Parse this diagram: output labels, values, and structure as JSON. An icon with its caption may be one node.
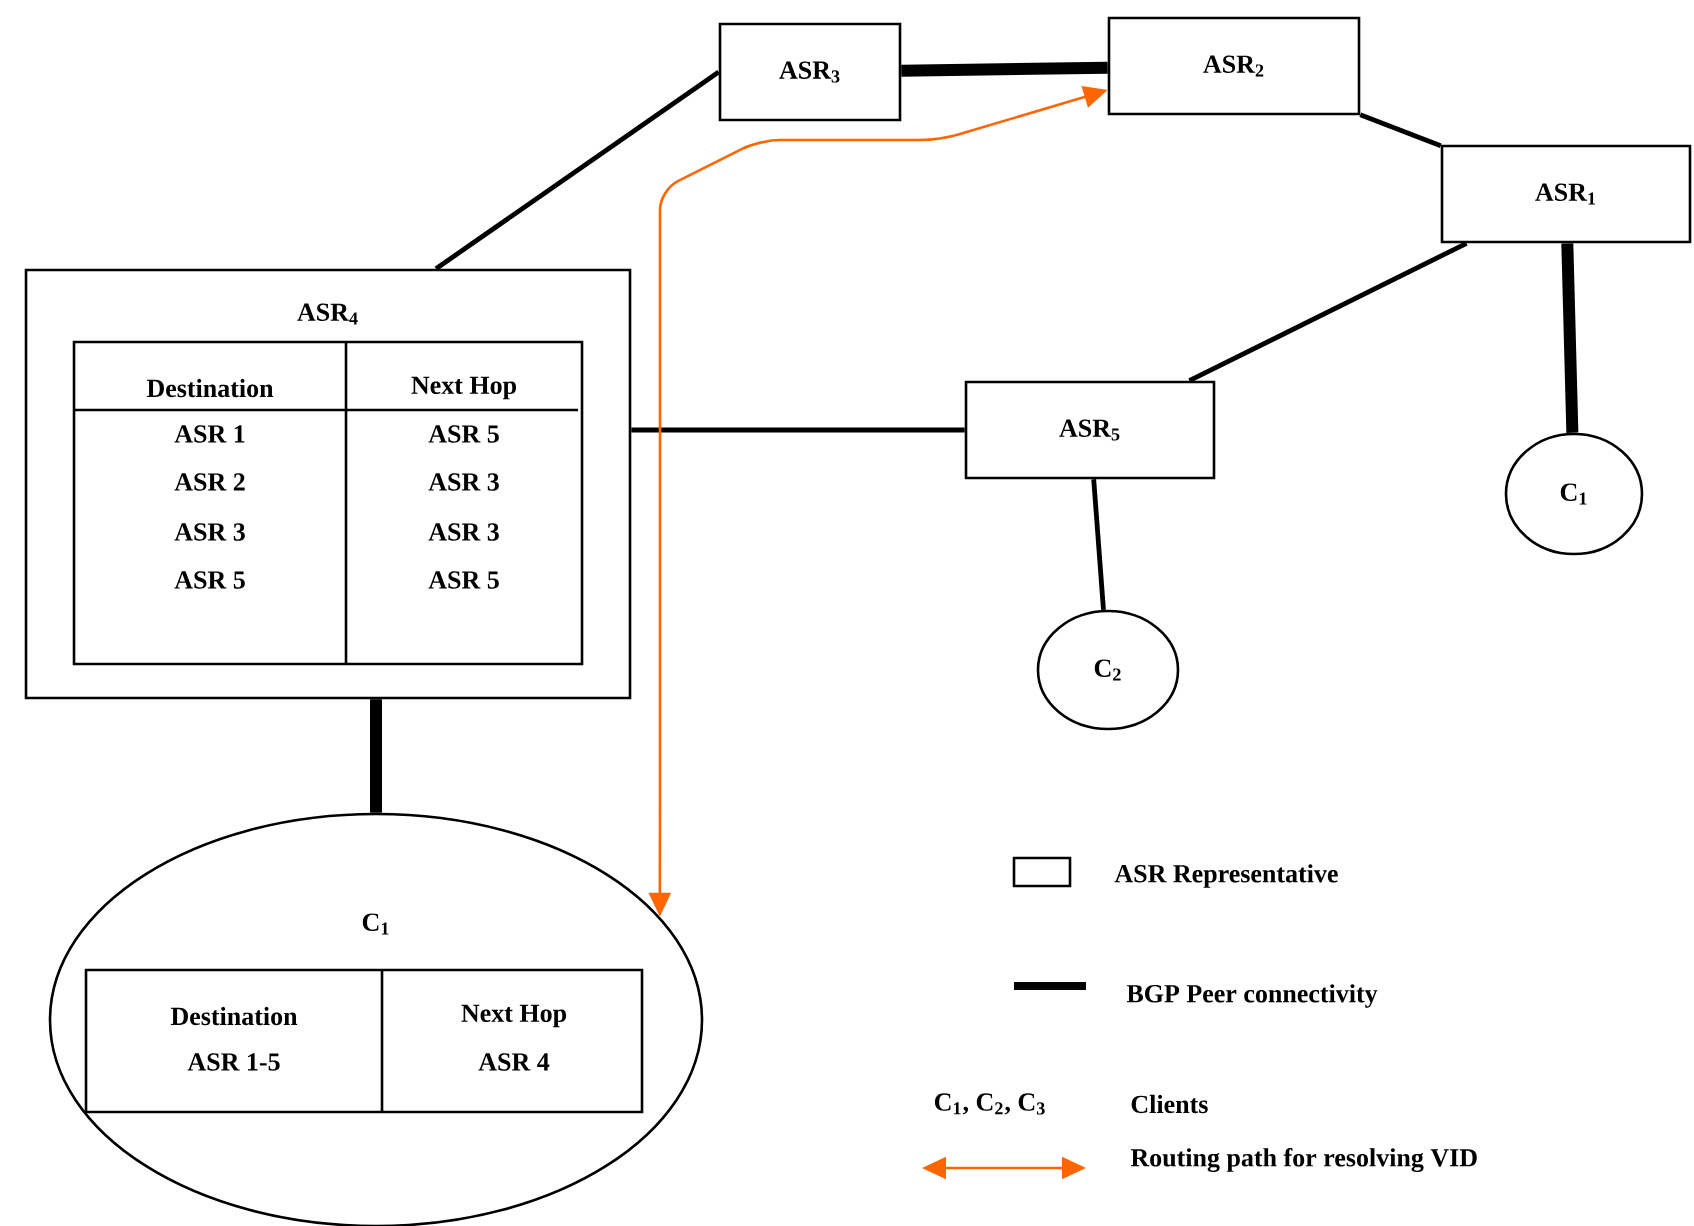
{
  "diagram": {
    "nodes": [
      {
        "text": [
          "ASR$_{3}$"
        ]
      },
      {
        "text": [
          "ASR$_{2}$"
        ]
      },
      {
        "text": [
          "ASR$_{1}$"
        ]
      },
      {
        "text": [
          "ASR$_{4}$"
        ]
      },
      {
        "text": [
          "ASR$_{5}$"
        ]
      },
      {
        "text": [
          "C$_{1}$"
        ]
      },
      {
        "text": [
          "C$_{2}$"
        ]
      },
      {
        "text": [
          "C$_{1}$"
        ]
      }
    ],
    "edges": [
      {
        "from": 3,
        "to": 0,
        "arrow": "none"
      },
      {
        "from": 0,
        "to": 1,
        "arrow": "none",
        "style": "thick"
      },
      {
        "from": 1,
        "to": 2,
        "arrow": "none"
      },
      {
        "from": 2,
        "to": 4,
        "arrow": "none"
      },
      {
        "from": 2,
        "to": 5,
        "arrow": "none",
        "style": "thick"
      },
      {
        "from": 3,
        "to": 4,
        "arrow": "none"
      },
      {
        "from": 4,
        "to": 6,
        "arrow": "none"
      },
      {
        "from": 3,
        "to": 7,
        "arrow": "none",
        "style": "thick"
      },
      {
        "from": 7,
        "to": 1,
        "arrow": "both",
        "color": "#ff6600"
      }
    ],
    "labels": [
      "Destination",
      "Next Hop",
      "ASR 1",
      "ASR 5",
      "ASR 2",
      "ASR 3",
      "ASR 3",
      "ASR 3",
      "ASR 5",
      "ASR 5",
      "Destination",
      "Next Hop",
      "ASR 1-5",
      "ASR 4",
      "C$_{1}$, C$_{2}$, C$_{3}$"
    ],
    "legend": [
      {
        "text": "ASR Representative"
      },
      {
        "text": "BGP Peer connectivity"
      },
      {
        "text": "Clients"
      },
      {
        "text": "Routing path for resolving VID"
      }
    ]
  }
}
